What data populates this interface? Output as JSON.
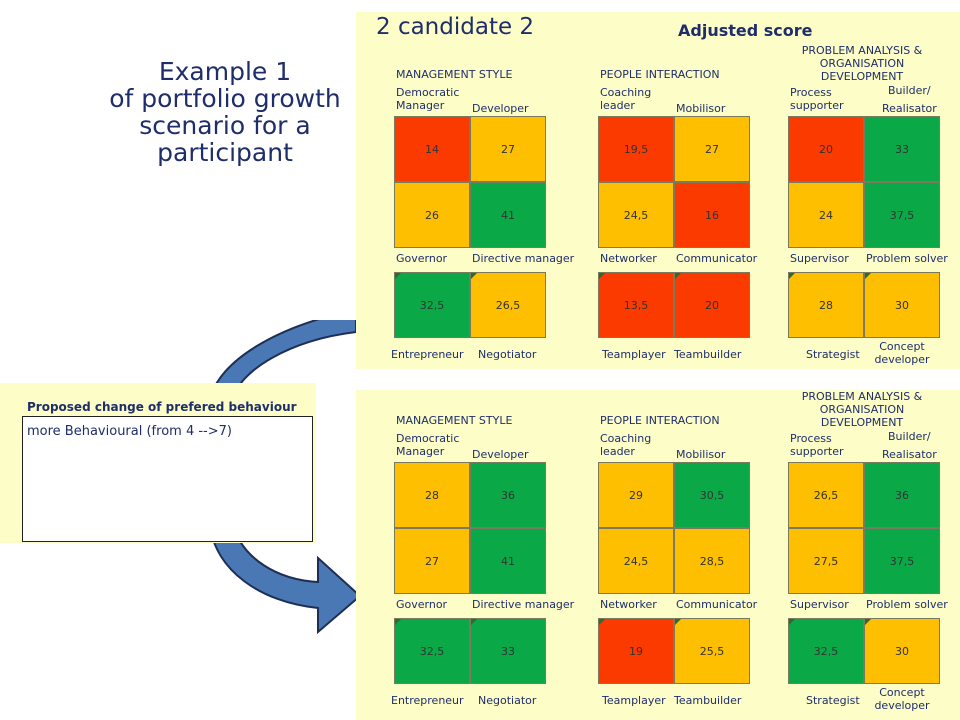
{
  "heading": {
    "line1": "Example 1",
    "line2": "of portfolio growth",
    "line3": "scenario for a",
    "line4": "participant"
  },
  "top": {
    "candidate": "2 candidate 2",
    "adjusted": "Adjusted score"
  },
  "sections": {
    "management": "MANAGEMENT STYLE",
    "people": "PEOPLE INTERACTION",
    "problem_l1": "PROBLEM ANALYSIS &",
    "problem_l2": "ORGANISATION",
    "problem_l3": "DEVELOPMENT"
  },
  "labels": {
    "democratic_l1": "Democratic",
    "democratic_l2": "Manager",
    "developer": "Developer",
    "governor": "Governor",
    "directive": "Directive manager",
    "entrepreneur": "Entrepreneur",
    "negotiator": "Negotiator",
    "coaching_l1": "Coaching",
    "coaching_l2": "leader",
    "mobilisor": "Mobilisor",
    "networker": "Networker",
    "communicator": "Communicator",
    "teamplayer": "Teamplayer",
    "teambuilder": "Teambuilder",
    "process_l1": "Process",
    "process_l2": "supporter",
    "builder_l1": "Builder/",
    "builder_l2": "Realisator",
    "supervisor": "Supervisor",
    "problemsolver": "Problem solver",
    "strategist": "Strategist",
    "concept_l1": "Concept",
    "concept_l2": "developer"
  },
  "scores_before": {
    "management": [
      "14",
      "27",
      "26",
      "41",
      "32,5",
      "26,5"
    ],
    "people": [
      "19,5",
      "27",
      "24,5",
      "16",
      "13,5",
      "20"
    ],
    "problem": [
      "20",
      "33",
      "24",
      "37,5",
      "28",
      "30"
    ]
  },
  "scores_after": {
    "management": [
      "28",
      "36",
      "27",
      "41",
      "32,5",
      "33"
    ],
    "people": [
      "29",
      "30,5",
      "24,5",
      "28,5",
      "19",
      "25,5"
    ],
    "problem": [
      "26,5",
      "36",
      "27,5",
      "37,5",
      "32,5",
      "30"
    ]
  },
  "proposal": {
    "title": "Proposed change  of prefered behaviour",
    "text": "more Behavioural (from 4 -->7)"
  },
  "colors": {
    "red": "#fb3a00",
    "amber": "#fdbf00",
    "green": "#0aa846",
    "panel": "#fdfdc8",
    "arrow": "#4a78b5",
    "text": "#1f2e6a"
  }
}
